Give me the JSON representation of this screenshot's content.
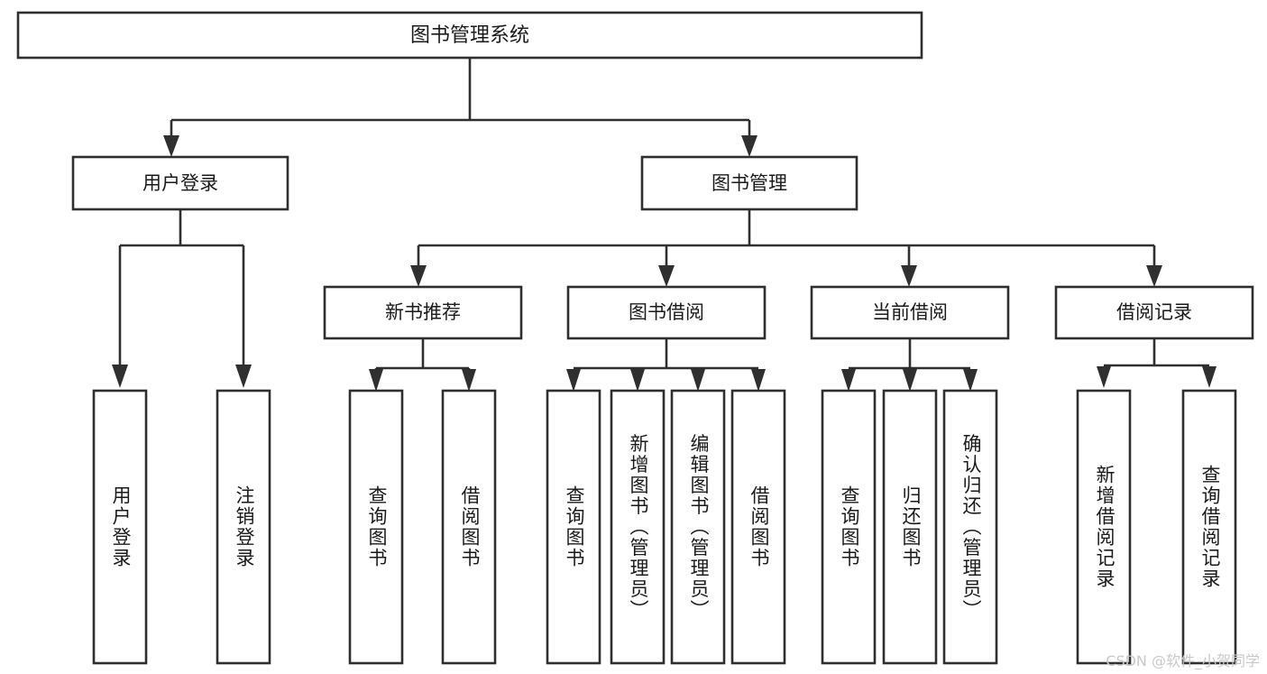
{
  "diagram": {
    "type": "hierarchy-tree",
    "title": "图书管理系统",
    "orientation": "top-down",
    "root": {
      "id": "root",
      "label": "图书管理系统"
    },
    "level2": [
      {
        "id": "user-login",
        "label": "用户登录"
      },
      {
        "id": "book-management",
        "label": "图书管理"
      }
    ],
    "level3": [
      {
        "id": "new-book-recommend",
        "label": "新书推荐",
        "parent": "book-management"
      },
      {
        "id": "book-borrow",
        "label": "图书借阅",
        "parent": "book-management"
      },
      {
        "id": "current-borrow",
        "label": "当前借阅",
        "parent": "book-management"
      },
      {
        "id": "borrow-record",
        "label": "借阅记录",
        "parent": "book-management"
      }
    ],
    "leaves": {
      "user-login": [
        {
          "id": "leaf-user-login",
          "label": "用户登录"
        },
        {
          "id": "leaf-user-logout",
          "label": "注销登录"
        }
      ],
      "new-book-recommend": [
        {
          "id": "leaf-query-book-1",
          "label": "查询图书"
        },
        {
          "id": "leaf-borrow-book-1",
          "label": "借阅图书"
        }
      ],
      "book-borrow": [
        {
          "id": "leaf-query-book-2",
          "label": "查询图书"
        },
        {
          "id": "leaf-add-book",
          "label": "新增图书（管理员）"
        },
        {
          "id": "leaf-edit-book",
          "label": "编辑图书（管理员）"
        },
        {
          "id": "leaf-borrow-book-2",
          "label": "借阅图书"
        }
      ],
      "current-borrow": [
        {
          "id": "leaf-query-book-3",
          "label": "查询图书"
        },
        {
          "id": "leaf-return-book",
          "label": "归还图书"
        },
        {
          "id": "leaf-confirm-return",
          "label": "确认归还（管理员）"
        }
      ],
      "borrow-record": [
        {
          "id": "leaf-add-record",
          "label": "新增借阅记录"
        },
        {
          "id": "leaf-query-record",
          "label": "查询借阅记录"
        }
      ]
    },
    "colors": {
      "box_fill": "#ffffff",
      "box_stroke": "#2f2f2f",
      "text": "#1a1a1a",
      "connector": "#2f2f2f",
      "background": "#ffffff",
      "watermark": "#c9c9c9"
    }
  },
  "watermark": {
    "text": "CSDN @软件_小贺同学"
  }
}
